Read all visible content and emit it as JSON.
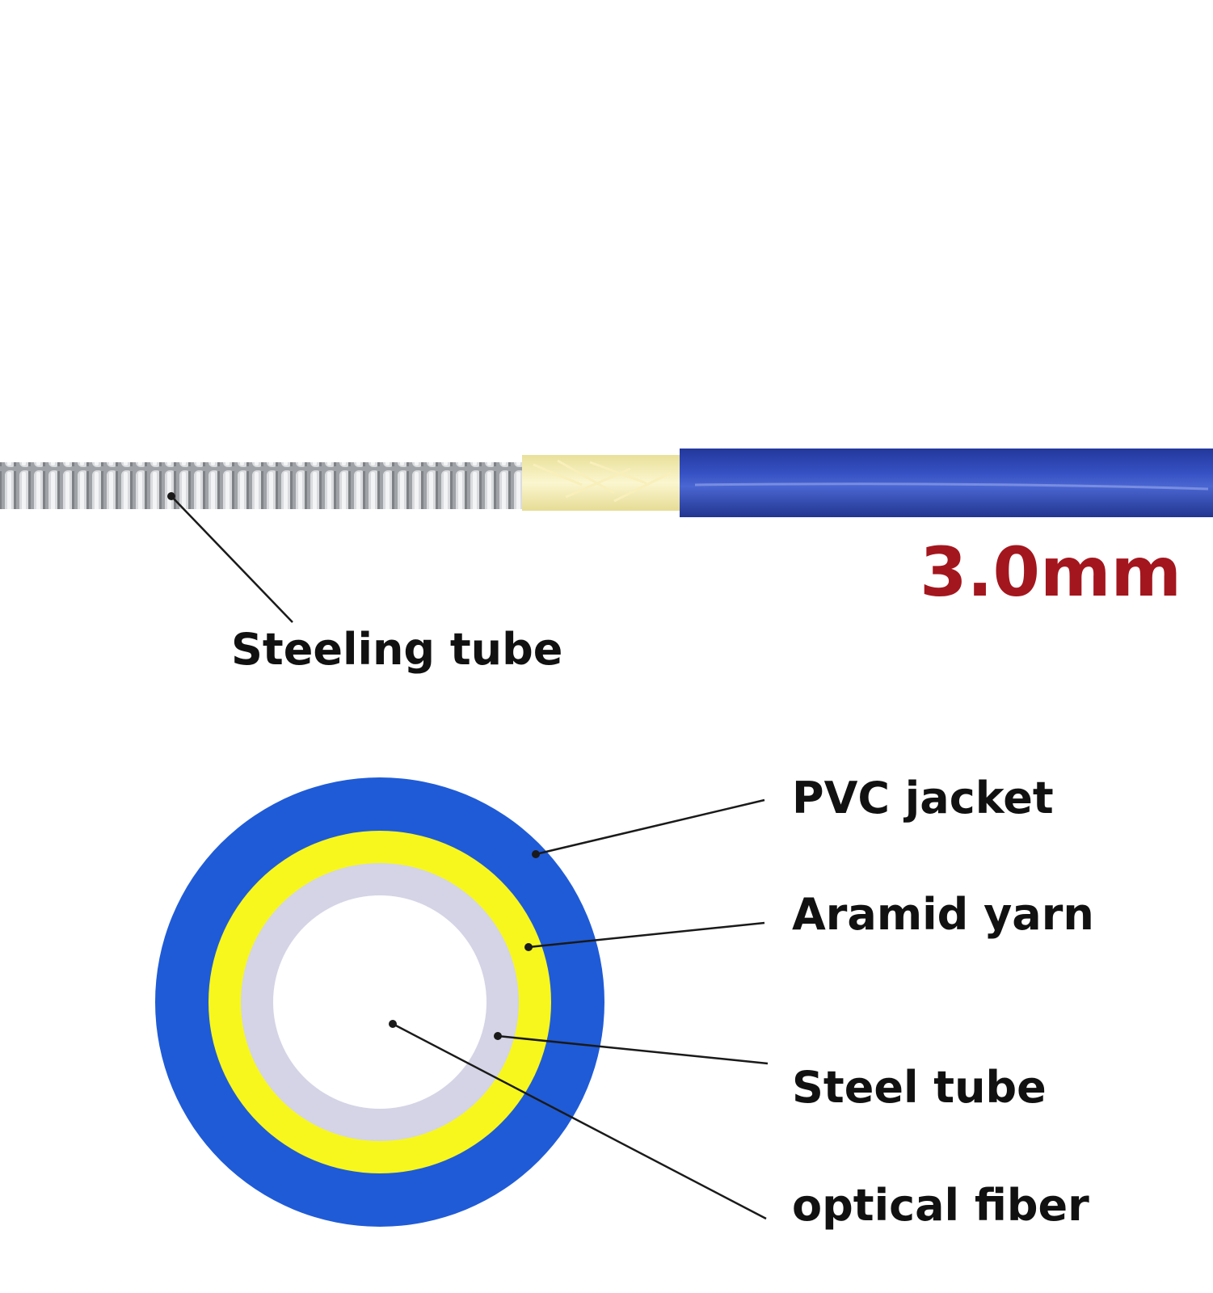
{
  "cable_side_view": {
    "dimension_label": "3.0mm",
    "dimension_color": "#a4161e",
    "steel_tube_label": "Steeling tube",
    "colors": {
      "steel": "#b9bcc0",
      "aramid": "#f4ecb0",
      "jacket": "#2d46b4"
    }
  },
  "cross_section": {
    "layers": [
      {
        "key": "jacket",
        "label": "PVC jacket",
        "color": "#1f5bd6"
      },
      {
        "key": "aramid",
        "label": "Aramid yarn",
        "color": "#f7f71e"
      },
      {
        "key": "steel",
        "label": "Steel tube",
        "color": "#d4d4e6"
      },
      {
        "key": "fiber",
        "label": "optical fiber",
        "color": "#ffffff"
      }
    ]
  }
}
